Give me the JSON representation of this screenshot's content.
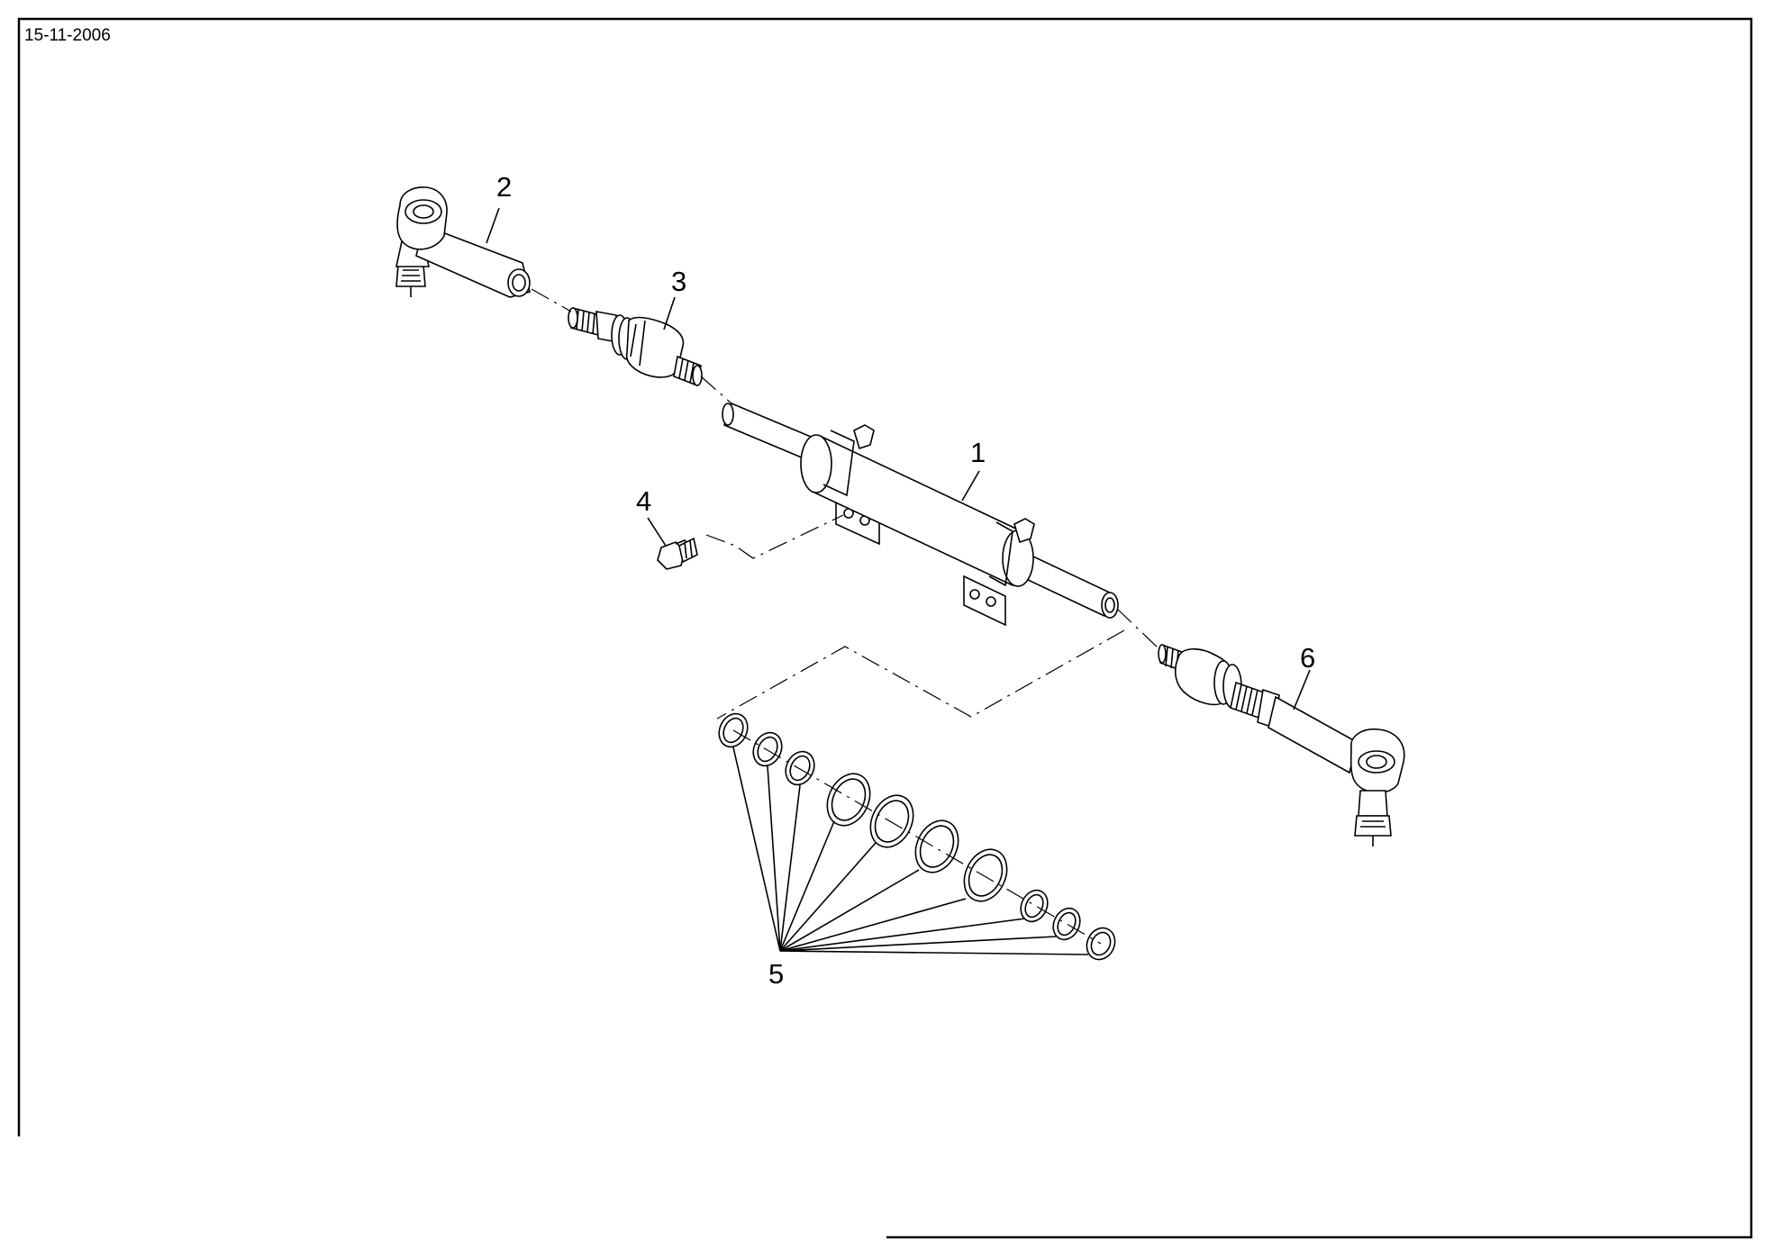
{
  "drawing": {
    "date": "15-11-2006"
  },
  "callouts": {
    "c1": "1",
    "c2": "2",
    "c3": "3",
    "c4": "4",
    "c5": "5",
    "c6": "6"
  }
}
